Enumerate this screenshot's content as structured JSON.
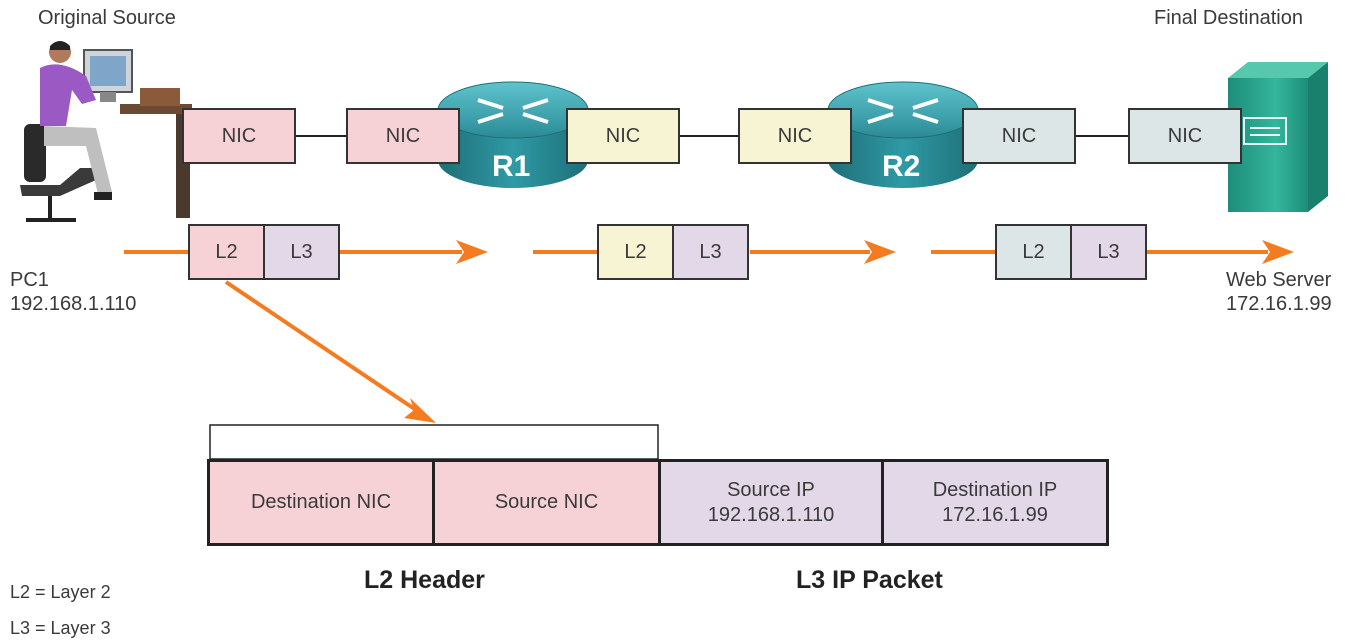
{
  "source": {
    "heading": "Original Source",
    "name": "PC1",
    "ip": "192.168.1.110"
  },
  "destination": {
    "heading": "Final Destination",
    "name": "Web Server",
    "ip": "172.16.1.99"
  },
  "nic_label": "NIC",
  "routers": [
    "R1",
    "R2"
  ],
  "frame": {
    "l2": "L2",
    "l3": "L3"
  },
  "packet": {
    "dest_nic": "Destination NIC",
    "source_nic": "Source NIC",
    "source_ip_label": "Source IP",
    "source_ip": "192.168.1.110",
    "dest_ip_label": "Destination IP",
    "dest_ip": "172.16.1.99",
    "l2_header": "L2 Header",
    "l3_packet": "L3 IP Packet"
  },
  "legend": {
    "l2": "L2 = Layer 2",
    "l3": "L3 = Layer 3"
  },
  "colors": {
    "arrow": "#f47b20",
    "l2_pink": "#f6d2d6",
    "l2_yellow": "#f6f4d2",
    "l2_gray": "#dde6e6",
    "l3_lavender": "#e2d8e8",
    "router": "#2a8b95",
    "server": "#2aa58f"
  }
}
